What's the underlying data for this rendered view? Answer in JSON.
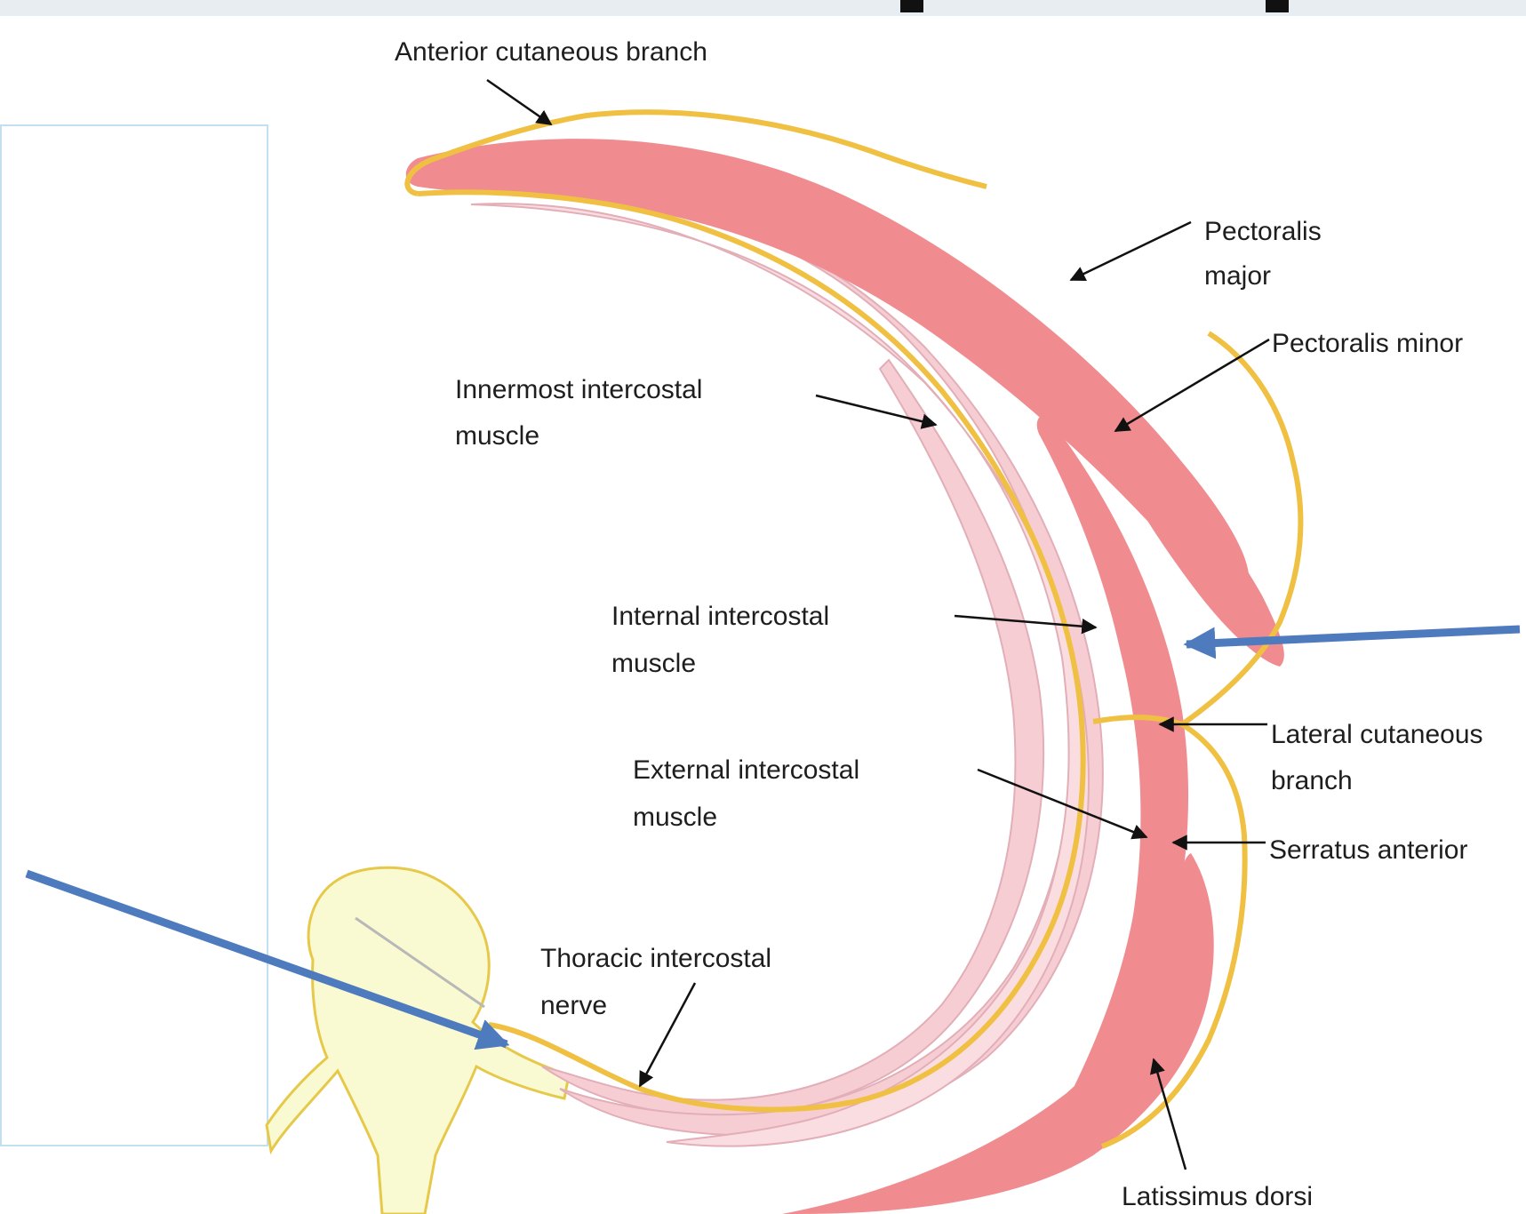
{
  "labels": {
    "anterior_cutaneous_branch": "Anterior cutaneous branch",
    "pectoralis_major_line1": "Pectoralis",
    "pectoralis_major_line2": "major",
    "pectoralis_minor": "Pectoralis minor",
    "innermost_intercostal_line1": "Innermost intercostal",
    "innermost_intercostal_line2": "muscle",
    "internal_intercostal_line1": "Internal intercostal",
    "internal_intercostal_line2": "muscle",
    "lateral_cutaneous_line1": "Lateral cutaneous",
    "lateral_cutaneous_line2": "branch",
    "external_intercostal_line1": "External intercostal",
    "external_intercostal_line2": "muscle",
    "serratus_anterior": "Serratus anterior",
    "thoracic_intercostal_line1": "Thoracic intercostal",
    "thoracic_intercostal_line2": "nerve",
    "latissimus_dorsi": "Latissimus dorsi"
  },
  "colors": {
    "muscle": "#f08b90",
    "intercostal": "#f6cdd3",
    "nerve": "#f0c043",
    "vertebra": "#fafad2",
    "pointer": "#4e7bbd",
    "box_border": "#c4dff0"
  }
}
